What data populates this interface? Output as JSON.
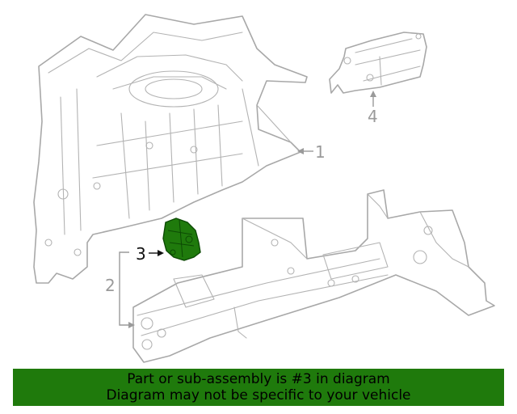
{
  "diagram": {
    "highlighted_part": "3",
    "highlight_color": "#1f7a0c",
    "line_color": "#a8a8a8",
    "callouts": [
      {
        "number": "1"
      },
      {
        "number": "2"
      },
      {
        "number": "3"
      },
      {
        "number": "4"
      }
    ]
  },
  "banner": {
    "line1": "Part or sub-assembly is #3 in diagram",
    "line2": "Diagram may not be specific to your vehicle",
    "background": "#1f7a0c"
  }
}
